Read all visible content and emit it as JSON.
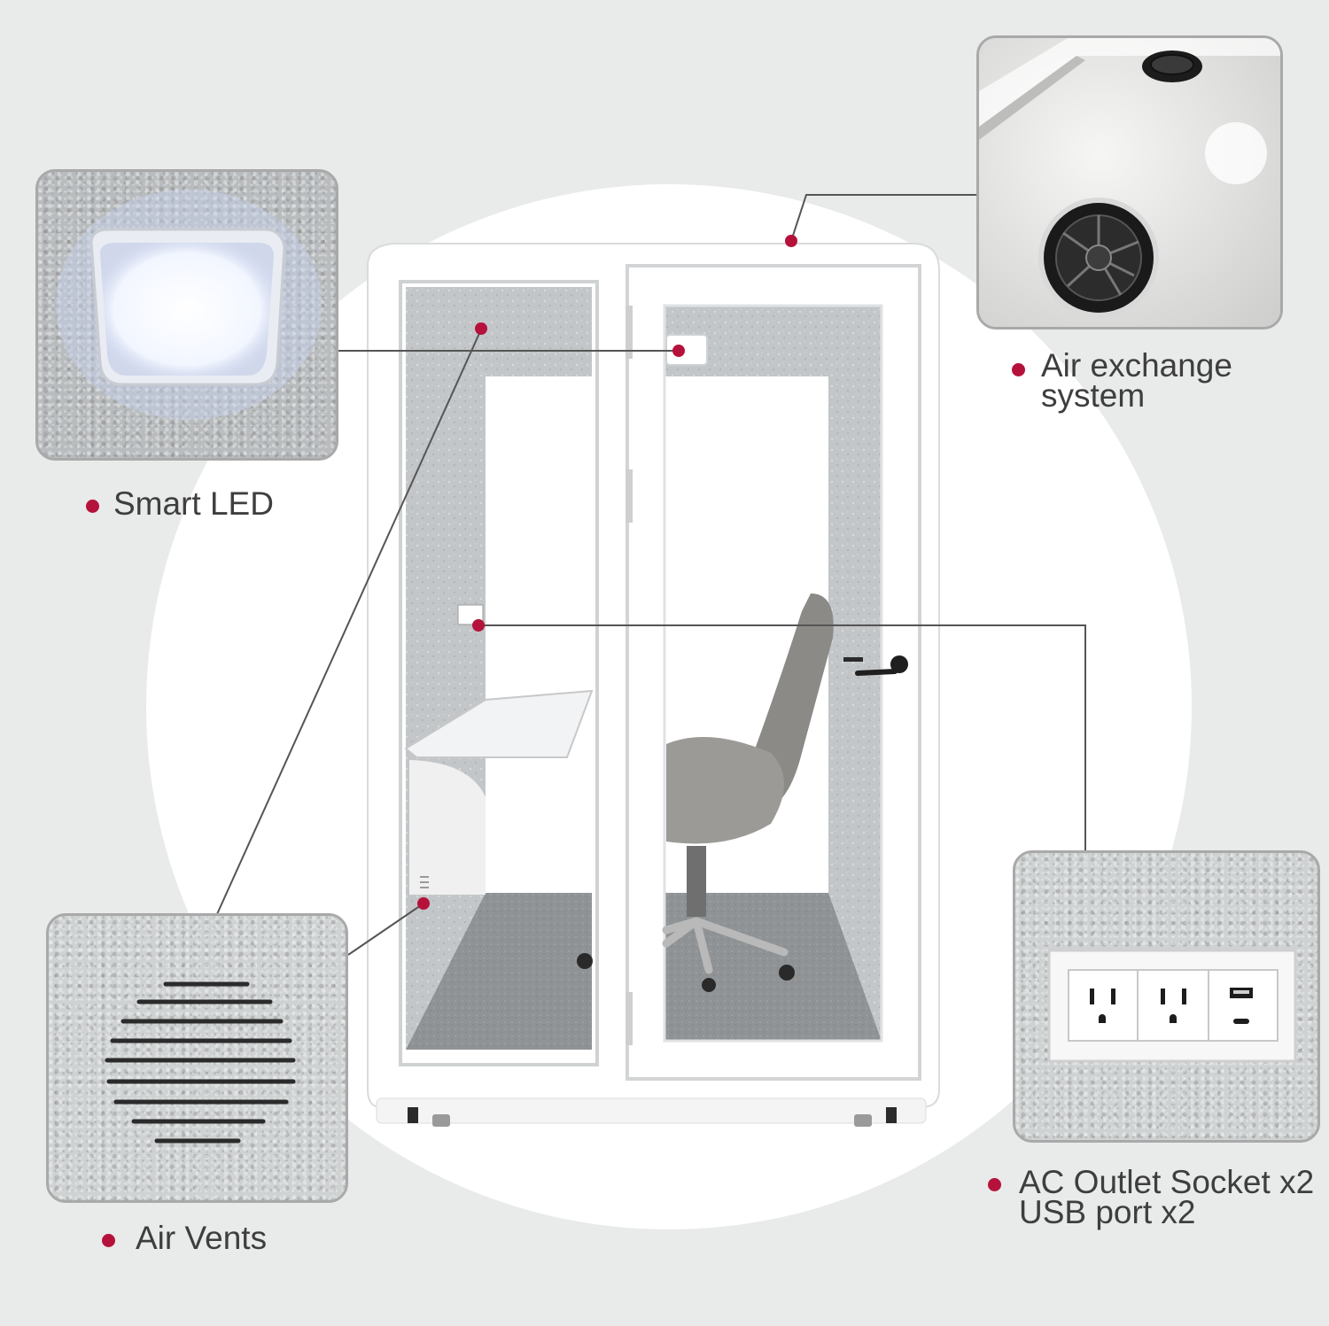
{
  "features": {
    "smart_led": {
      "label": "Smart LED"
    },
    "air_exchange": {
      "label_line1": "Air exchange",
      "label_line2": "system"
    },
    "air_vents": {
      "label": "Air Vents"
    },
    "outlet": {
      "label_line1": "AC Outlet Socket x2",
      "label_line2": "USB port x2"
    }
  },
  "colors": {
    "background": "#e9eaea",
    "accent_dot": "#b5123b",
    "callout_line": "#555555",
    "label_text": "#3e3e3e",
    "inset_border": "#a9a9a9",
    "felt_gray": "#b9bcbe"
  },
  "icons": {
    "led": "square-led-light-icon",
    "fan": "fan-icon",
    "vent": "vent-grille-icon",
    "outlet": "power-outlet-icon",
    "usb": "usb-port-icon"
  }
}
